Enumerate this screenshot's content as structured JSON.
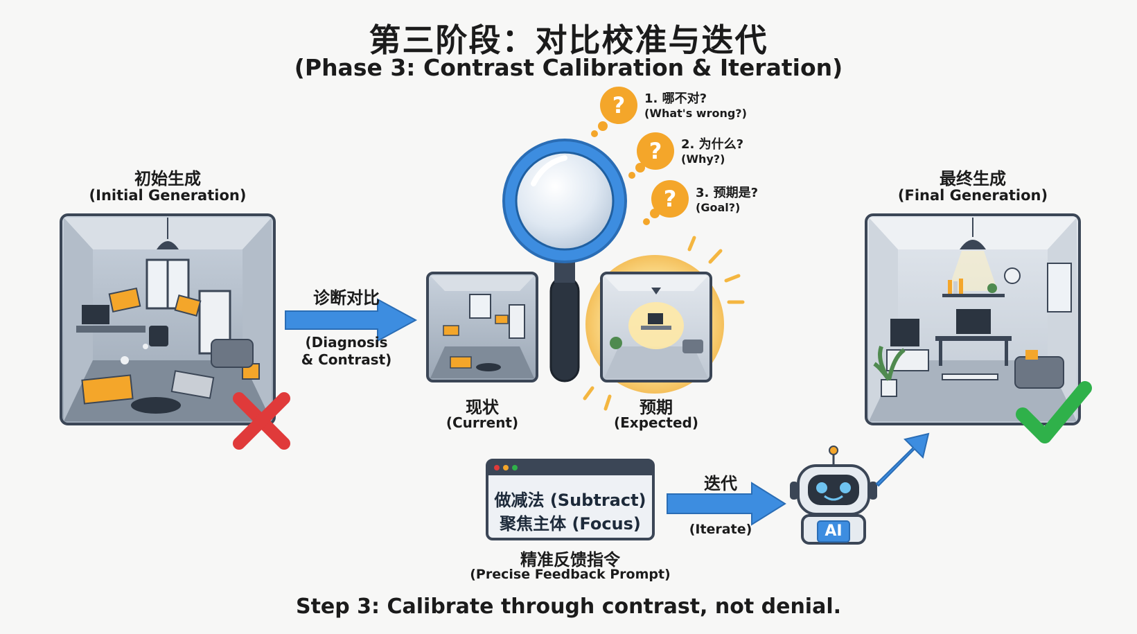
{
  "title": {
    "zh": "第三阶段：对比校准与迭代",
    "en": "(Phase 3: Contrast Calibration & Iteration)"
  },
  "initial": {
    "zh": "初始生成",
    "en": "(Initial Generation)"
  },
  "final": {
    "zh": "最终生成",
    "en": "(Final Generation)"
  },
  "diagnosis": {
    "zh": "诊断对比",
    "en_line1": "(Diagnosis",
    "en_line2": "& Contrast)"
  },
  "current": {
    "zh": "现状",
    "en": "(Current)"
  },
  "expected": {
    "zh": "预期",
    "en": "(Expected)"
  },
  "questions": [
    {
      "mark": "?",
      "zh": "1. 哪不对?",
      "en": "(What's wrong?)"
    },
    {
      "mark": "?",
      "zh": "2. 为什么?",
      "en": "(Why?)"
    },
    {
      "mark": "?",
      "zh": "3. 预期是?",
      "en": "(Goal?)"
    }
  ],
  "prompt_window": {
    "line1": "做减法 (Subtract)",
    "line2": "聚焦主体 (Focus)",
    "caption_zh": "精准反馈指令",
    "caption_en": "(Precise Feedback Prompt)"
  },
  "iterate": {
    "zh": "迭代",
    "en": "(Iterate)"
  },
  "robot_badge": "AI",
  "footer": "Step 3: Calibrate through contrast, not denial.",
  "colors": {
    "arrow_blue": "#3d8de0",
    "wrong_red": "#e03a3a",
    "right_green": "#2fb14a",
    "accent_orange": "#f4a62a",
    "frame": "#3b4656"
  },
  "icons": {
    "wrong": "x-mark-icon",
    "right": "check-mark-icon",
    "inspect": "magnifier-icon",
    "agent": "robot-icon"
  }
}
